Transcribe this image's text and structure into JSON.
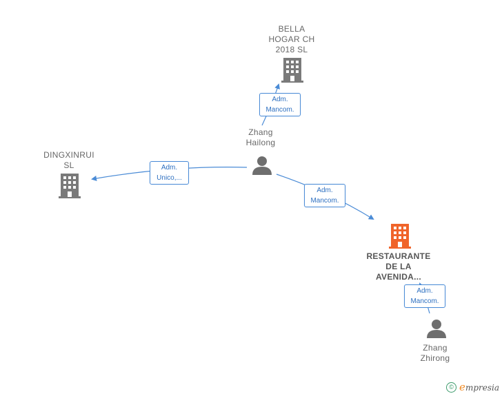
{
  "nodes": {
    "bella": {
      "label": "BELLA\nHOGAR CH\n2018  SL",
      "type": "company"
    },
    "dingxinrui": {
      "label": "DINGXINRUI\nSL",
      "type": "company"
    },
    "restaurante": {
      "label": "RESTAURANTE\nDE LA\nAVENIDA...",
      "type": "company-main"
    },
    "zhang_hailong": {
      "label": "Zhang\nHailong",
      "type": "person"
    },
    "zhang_zhirong": {
      "label": "Zhang\nZhirong",
      "type": "person"
    }
  },
  "edges": {
    "e1": {
      "label": "Adm.\nMancom.",
      "from": "zhang_hailong",
      "to": "bella"
    },
    "e2": {
      "label": "Adm.\nUnico,...",
      "from": "zhang_hailong",
      "to": "dingxinrui"
    },
    "e3": {
      "label": "Adm.\nMancom.",
      "from": "zhang_hailong",
      "to": "restaurante"
    },
    "e4": {
      "label": "Adm.\nMancom.",
      "from": "zhang_zhirong",
      "to": "restaurante"
    }
  },
  "colors": {
    "company": "#7a7a7a",
    "company_main": "#f0642a",
    "person": "#6e6e6e",
    "edge": "#4a8bd6"
  },
  "brand": {
    "symbol": "©",
    "e": "e",
    "name": "mpresia"
  }
}
